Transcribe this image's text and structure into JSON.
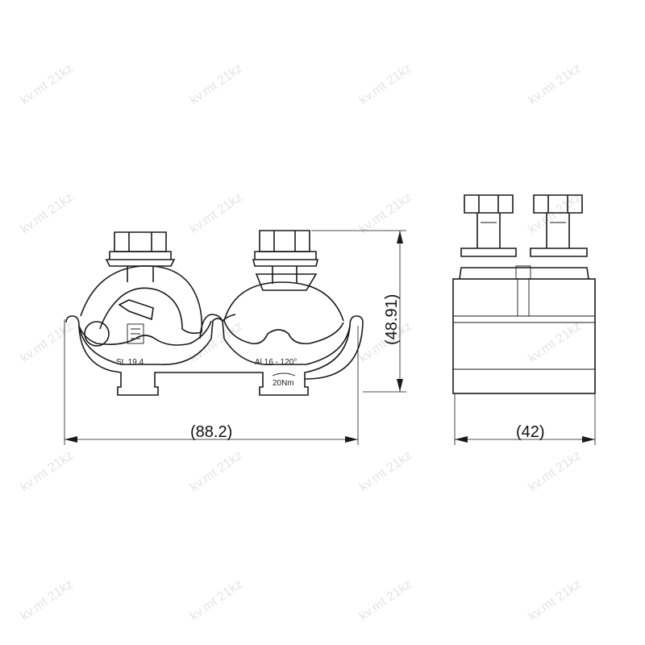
{
  "drawing": {
    "front_view": {
      "dimensions": {
        "width": "(88.2)",
        "height": "(48.91)"
      },
      "engravings": {
        "left": "SL 19.4",
        "right": "Al 16 - 120°",
        "torque": "20Nm"
      }
    },
    "side_view": {
      "dimensions": {
        "depth": "(42)"
      }
    },
    "watermark": "kv.mt 21kz"
  }
}
